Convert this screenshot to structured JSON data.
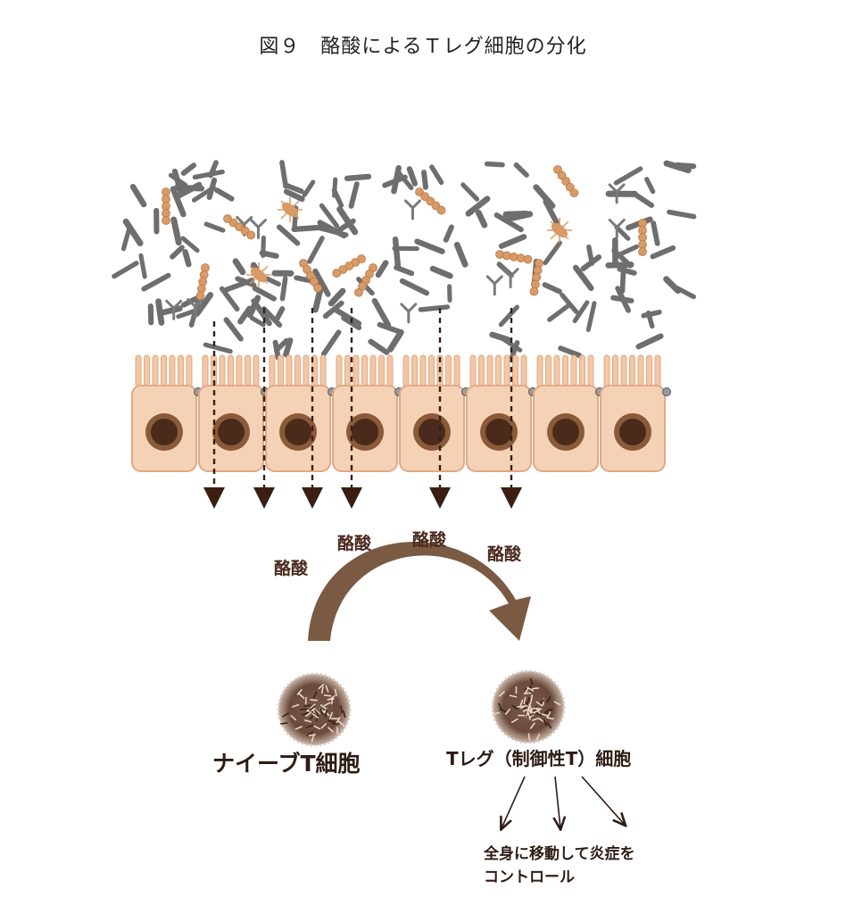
{
  "title": "図９　酪酸によるＴレグ細胞の分化",
  "acid_labels": [
    "酪酸",
    "酪酸",
    "酪酸",
    "酪酸"
  ],
  "naive_cell_label": "ナイーブT細胞",
  "treg_cell_label": "Tレグ（制御性T）細胞",
  "effect_line1": "全身に移動して炎症を",
  "effect_line2": "コントロール",
  "colors": {
    "cell_fill": "#f5d2b5",
    "cell_border": "#e0a986",
    "nucleus": "#4a2a1a",
    "bacteria_gray": "#6e6e6e",
    "bacteria_orange": "#d89a66",
    "arrow": "#7a5a42",
    "dashed_arrow": "#3a1e12"
  }
}
